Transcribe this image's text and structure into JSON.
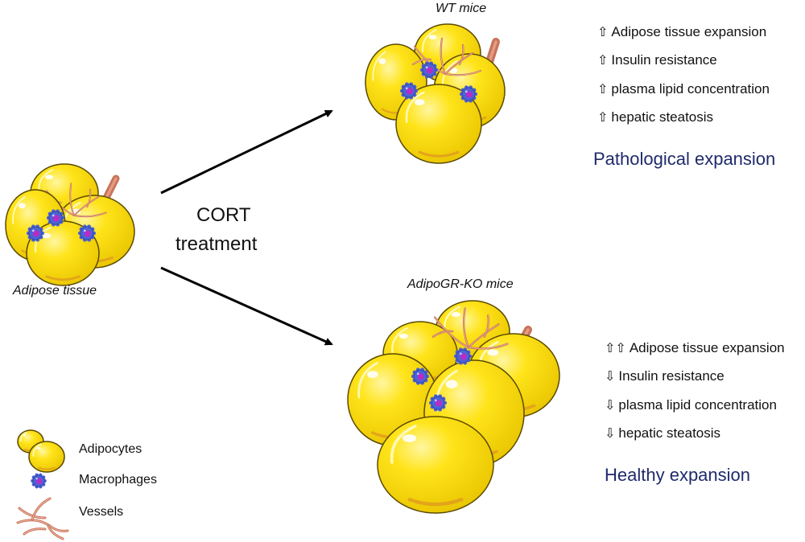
{
  "source": {
    "label": "Adipose tissue"
  },
  "treatment": {
    "line1": "CORT",
    "line2": "treatment"
  },
  "wt": {
    "title": "WT mice",
    "effects": [
      {
        "direction": "up",
        "symbol": "⇧",
        "text": "Adipose tissue expansion"
      },
      {
        "direction": "up",
        "symbol": "⇧",
        "text": "Insulin resistance"
      },
      {
        "direction": "up",
        "symbol": "⇧",
        "text": "plasma lipid concentration"
      },
      {
        "direction": "up",
        "symbol": "⇧",
        "text": "hepatic steatosis"
      }
    ],
    "outcome": "Pathological expansion"
  },
  "ko": {
    "title": "AdipoGR-KO mice",
    "effects": [
      {
        "direction": "up-up",
        "symbol": "⇧⇧",
        "text": "Adipose tissue expansion"
      },
      {
        "direction": "down",
        "symbol": "⇩",
        "text": "Insulin resistance"
      },
      {
        "direction": "down",
        "symbol": "⇩",
        "text": "plasma lipid concentration"
      },
      {
        "direction": "down",
        "symbol": "⇩",
        "text": "hepatic steatosis"
      }
    ],
    "outcome": "Healthy expansion"
  },
  "legend": {
    "adipocytes": "Adipocytes",
    "macrophages": "Macrophages",
    "vessels": "Vessels"
  },
  "colors": {
    "outcome_text": "#1f2a6b",
    "adipocyte_fill": "#f7dc00",
    "adipocyte_outline": "#5b4a00",
    "vessel": "#c8735a",
    "macrophage": "#4b63d6",
    "macrophage_core": "#b62cc7"
  }
}
